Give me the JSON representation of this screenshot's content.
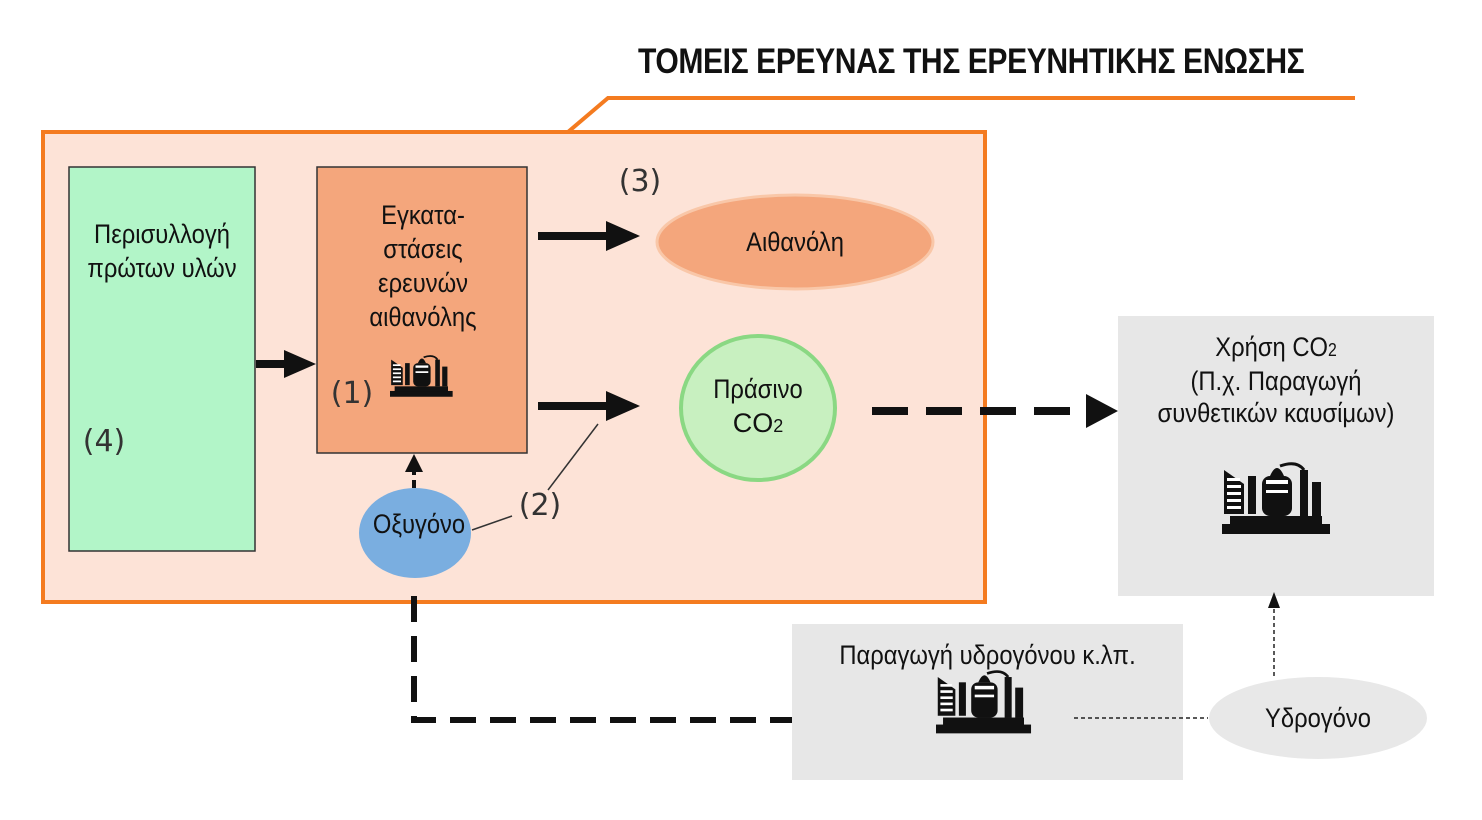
{
  "title": "ΤΟΜΕΙΣ ΕΡΕΥΝΑΣ ΤΗΣ ΕΡΕΥΝΗΤΙΚΗΣ ΕΝΩΣΗΣ",
  "nodes": {
    "raw_materials": {
      "label": "Περισυλλογή πρώτων υλών",
      "number": "(4)"
    },
    "ethanol_facility": {
      "label": "Εγκατα- στάσεις ερευνών αιθανόλης",
      "number": "(1)"
    },
    "ethanol": {
      "label": "Αιθανόλη",
      "number": "(3)"
    },
    "green_co2": {
      "label_main": "Πράσινο",
      "label_co": "CO",
      "label_sub": "2"
    },
    "oxygen": {
      "label": "Οξυγόνο",
      "number": "(2)"
    },
    "co2_use": {
      "line1_text": "Χρήση CO",
      "line1_sub": "2",
      "line2": "(Π.χ. Παραγωγή",
      "line3": "συνθετικών καυσίμων)"
    },
    "hydrogen_production": {
      "label": "Παραγωγή υδρογόνου κ.λπ."
    },
    "hydrogen": {
      "label": "Υδρογόνο"
    }
  },
  "colors": {
    "accent_orange": "#f47b20",
    "region_fill": "#fde3d7",
    "facility_fill": "#f4a67c",
    "raw_fill": "#b2f5c8",
    "green_co2_fill": "#c8f0c0",
    "oxygen_fill": "#7aaee0",
    "grey_box": "#e7e7e7",
    "hydrogen_fill": "#e8e8e8"
  },
  "icons": [
    "factory-icon"
  ]
}
